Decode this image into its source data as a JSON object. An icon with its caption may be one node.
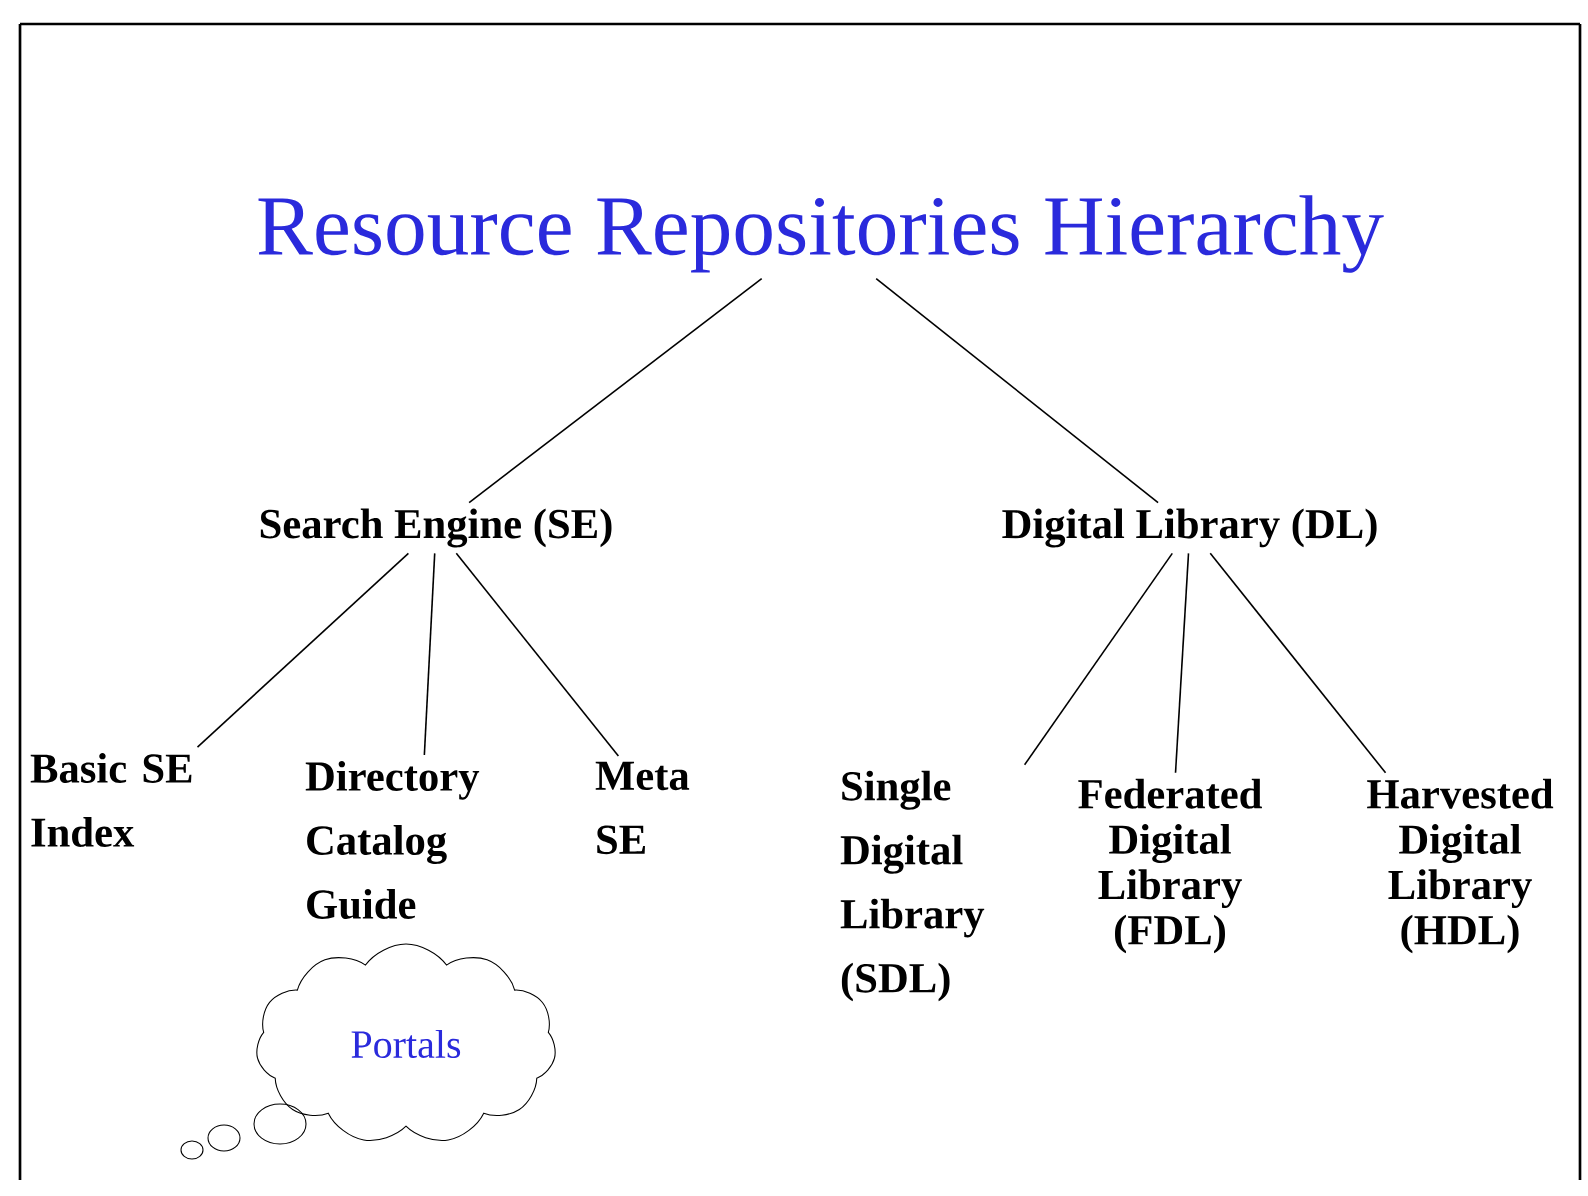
{
  "diagram": {
    "nodes": [
      {
        "text": [
          "Resource Repositories Hierarchy"
        ]
      },
      {
        "text": [
          "Search Engine (SE)"
        ]
      },
      {
        "text": [
          "Digital Library (DL)"
        ]
      },
      {
        "text": [
          "Basic SE Index"
        ]
      },
      {
        "text": [
          "Directory Catalog Guide"
        ]
      },
      {
        "text": [
          "Meta SE"
        ]
      },
      {
        "text": [
          "Single Digital Library (SDL)"
        ]
      },
      {
        "text": [
          "Federated Digital Library (FDL)"
        ]
      },
      {
        "text": [
          "Harvested Digital Library (HDL)"
        ]
      },
      {
        "text": [
          "Portals"
        ]
      }
    ],
    "edges": [
      {
        "from": 0,
        "to": 1,
        "arrow": "none"
      },
      {
        "from": 0,
        "to": 2,
        "arrow": "none"
      },
      {
        "from": 1,
        "to": 3,
        "arrow": "none"
      },
      {
        "from": 1,
        "to": 4,
        "arrow": "none"
      },
      {
        "from": 1,
        "to": 5,
        "arrow": "none"
      },
      {
        "from": 2,
        "to": 6,
        "arrow": "none"
      },
      {
        "from": 2,
        "to": 7,
        "arrow": "none"
      },
      {
        "from": 2,
        "to": 8,
        "arrow": "none"
      }
    ]
  }
}
